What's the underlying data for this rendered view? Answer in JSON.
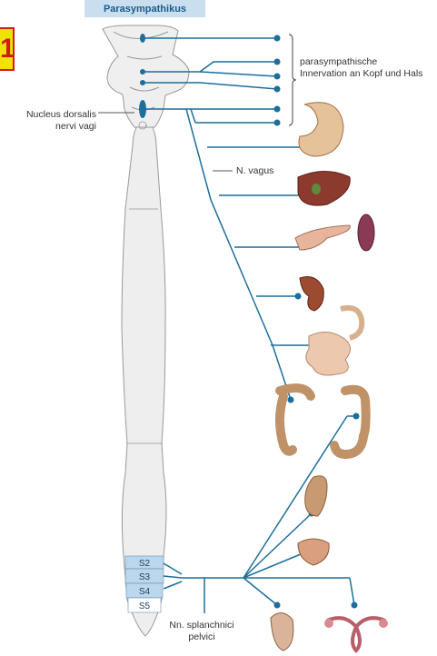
{
  "header": {
    "title": "Parasympathikus"
  },
  "corner_mark": {
    "text": "1"
  },
  "labels": {
    "head_neck": [
      "parasympathische",
      "Innervation an Kopf und Hals"
    ],
    "nucleus": [
      "Nucleus dorsalis",
      "nervi vagi"
    ],
    "vagus": "N. vagus",
    "splanchnici": [
      "Nn. splanchnici",
      "pelvici"
    ]
  },
  "segments": [
    "S2",
    "S3",
    "S4",
    "S5"
  ],
  "organs": [
    "stomach-icon",
    "liver-icon",
    "pancreas-icon",
    "spleen-icon",
    "kidney-icon",
    "small-intestine-icon",
    "colon-icon",
    "rectum-icon",
    "bladder-icon",
    "male-genitals-icon",
    "uterus-icon"
  ],
  "colors": {
    "nerve": "#1c6e9c",
    "segment_fill": "#bcd7ec",
    "cord_fill": "#eeeeee",
    "header_fill": "#c9dff0",
    "header_text": "#1a5a8a"
  }
}
